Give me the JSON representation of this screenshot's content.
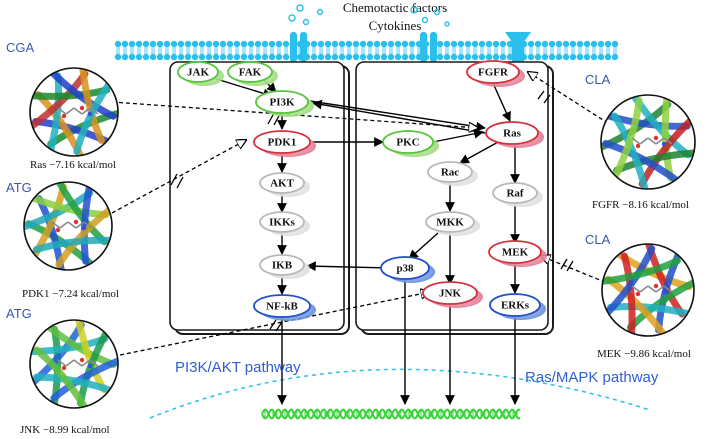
{
  "colors": {
    "membrane": "#2bc0ec",
    "pathway_text": "#2f5fd0",
    "node_green": "#58c43c",
    "node_red": "#d8303c",
    "node_blue": "#2050c8",
    "node_grey": "#b8b8b8",
    "dna": "#3ad43a"
  },
  "header": {
    "line1": "Chemotactic factors",
    "line2": "Cytokines"
  },
  "pathways": {
    "left": "PI3K/AKT pathway",
    "right": "Ras/MAPK pathway"
  },
  "nodes": {
    "jak": "JAK",
    "fak": "FAK",
    "pi3k": "PI3K",
    "pdk1": "PDK1",
    "akt": "AKT",
    "ikks": "IKKs",
    "ikb": "IKB",
    "nfkb": "NF-kB",
    "pkc": "PKC",
    "fgfr": "FGFR",
    "ras": "Ras",
    "rac": "Rac",
    "raf": "Raf",
    "mkk": "MKK",
    "mek": "MEK",
    "p38": "p38",
    "jnk": "JNK",
    "erks": "ERKs"
  },
  "dockings": [
    {
      "drug": "CGA",
      "energy": "Ras −7.16 kcal/mol",
      "icon": "protein-ligand-docking-icon"
    },
    {
      "drug": "ATG",
      "energy": "PDK1   −7.24 kcal/mol",
      "icon": "protein-ligand-docking-icon"
    },
    {
      "drug": "ATG",
      "energy": "JNK −8.99 kcal/mol",
      "icon": "protein-ligand-docking-icon"
    },
    {
      "drug": "CLA",
      "energy": "FGFR −8.16 kcal/mol",
      "icon": "protein-ligand-docking-icon"
    },
    {
      "drug": "CLA",
      "energy": "MEK −9.86 kcal/mol",
      "icon": "protein-ligand-docking-icon"
    }
  ]
}
